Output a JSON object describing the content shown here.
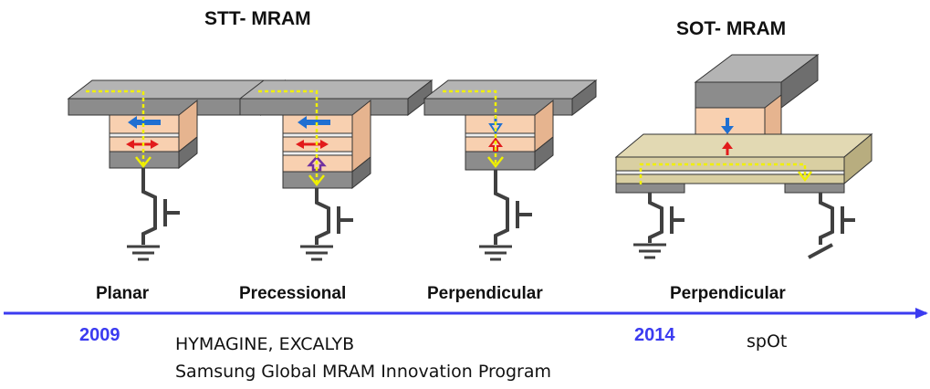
{
  "titles": {
    "stt": "STT- MRAM",
    "sot": "SOT- MRAM"
  },
  "devices": [
    {
      "label": "Planar"
    },
    {
      "label": "Precessional"
    },
    {
      "label": "Perpendicular"
    },
    {
      "label": "Perpendicular"
    }
  ],
  "timeline": {
    "year_1": "2009",
    "year_2": "2014",
    "projects_1": "HYMAGINE, EXCALYB",
    "projects_2": "Samsung Global MRAM Innovation Program",
    "projects_3": "spOt"
  },
  "colors": {
    "contact_gray": "#8c8c8c",
    "layer_peach": "#f8d0b0",
    "channel_khaki": "#d9cfa2",
    "current_path": "#f0f000",
    "free_layer_arrow": "#1f6fd1",
    "barrier_arrow": "#e21b1b",
    "precession_arrow": "#7030a0",
    "timeline": "#3b3bf0"
  }
}
